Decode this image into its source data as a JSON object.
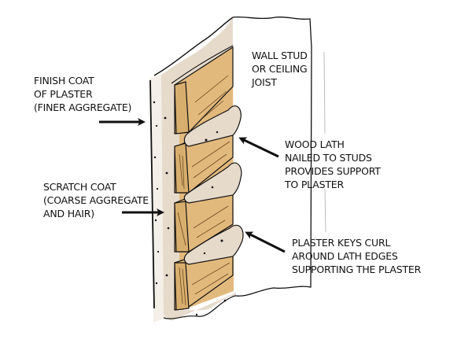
{
  "diagram": {
    "subject": "Plaster on wood lath wall cross-section",
    "colors": {
      "wood": "#E2B97C",
      "wood_dark": "#C99A5B",
      "plaster_scratch": "#E6DACB",
      "plaster_finish": "#F4EFE8",
      "ink": "#111111",
      "background": "#FFFFFF"
    },
    "labels": {
      "finish_coat": {
        "lines": [
          "FINISH COAT",
          "OF PLASTER",
          "(FINER AGGREGATE)"
        ]
      },
      "scratch_coat": {
        "lines": [
          "SCRATCH COAT",
          "(COARSE AGGREGATE",
          "AND HAIR)"
        ]
      },
      "wall_stud": {
        "lines": [
          "WALL STUD",
          "OR CEILING",
          "JOIST"
        ]
      },
      "wood_lath": {
        "lines": [
          "WOOD LATH",
          "NAILED TO STUDS",
          "PROVIDES SUPPORT",
          "TO PLASTER"
        ]
      },
      "plaster_keys": {
        "lines": [
          "PLASTER KEYS CURL",
          "AROUND LATH EDGES",
          "SUPPORTING THE PLASTER"
        ]
      }
    },
    "arrows": [
      {
        "name": "finish-coat-arrow",
        "points_to": "finish coat"
      },
      {
        "name": "scratch-coat-arrow",
        "points_to": "scratch coat"
      },
      {
        "name": "wood-lath-arrow",
        "points_to": "wood lath"
      },
      {
        "name": "plaster-keys-arrow",
        "points_to": "plaster keys"
      }
    ]
  }
}
